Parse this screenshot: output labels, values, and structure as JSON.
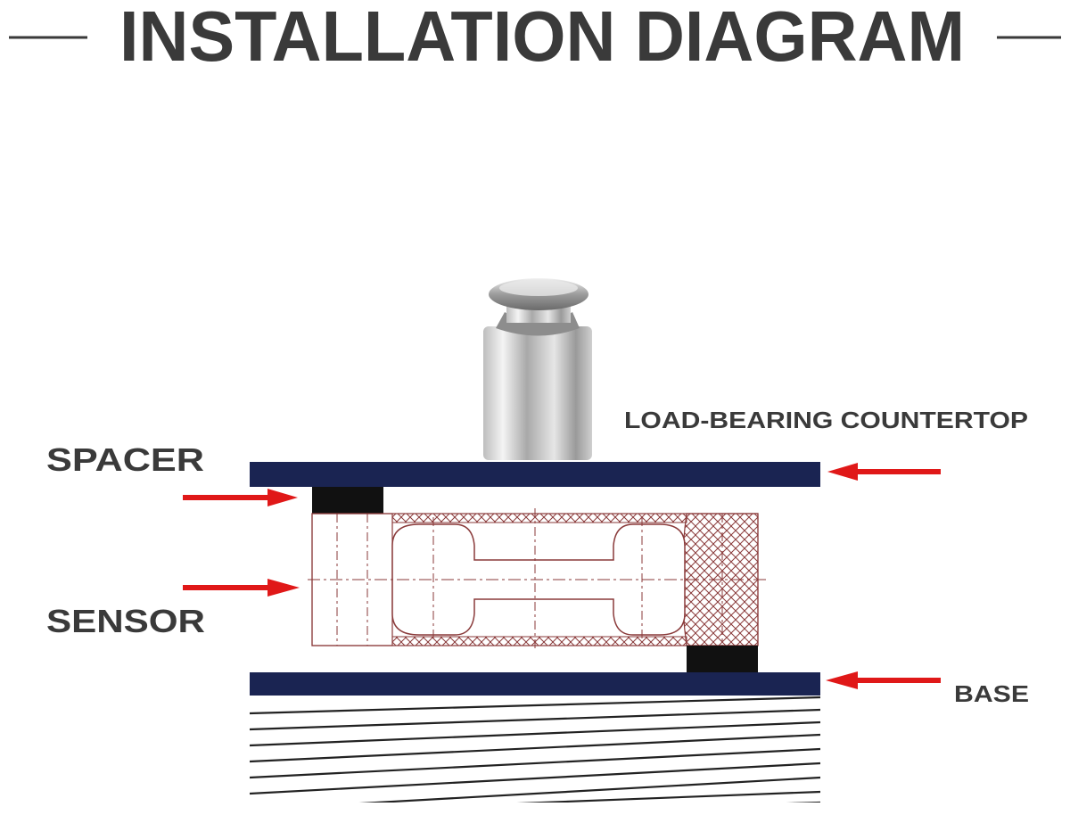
{
  "title": "INSTALLATION DIAGRAM",
  "labels": {
    "countertop": "LOAD-BEARING COUNTERTOP",
    "spacer": "SPACER",
    "sensor": "SENSOR",
    "base": "BASE"
  },
  "colors": {
    "plate": "#1a2452",
    "spacer_block": "#111111",
    "arrow": "#e01818",
    "sensor_line": "#8a3a3a",
    "text": "#3a3a3a"
  },
  "icons": {
    "weight": "calibration-weight-icon"
  }
}
